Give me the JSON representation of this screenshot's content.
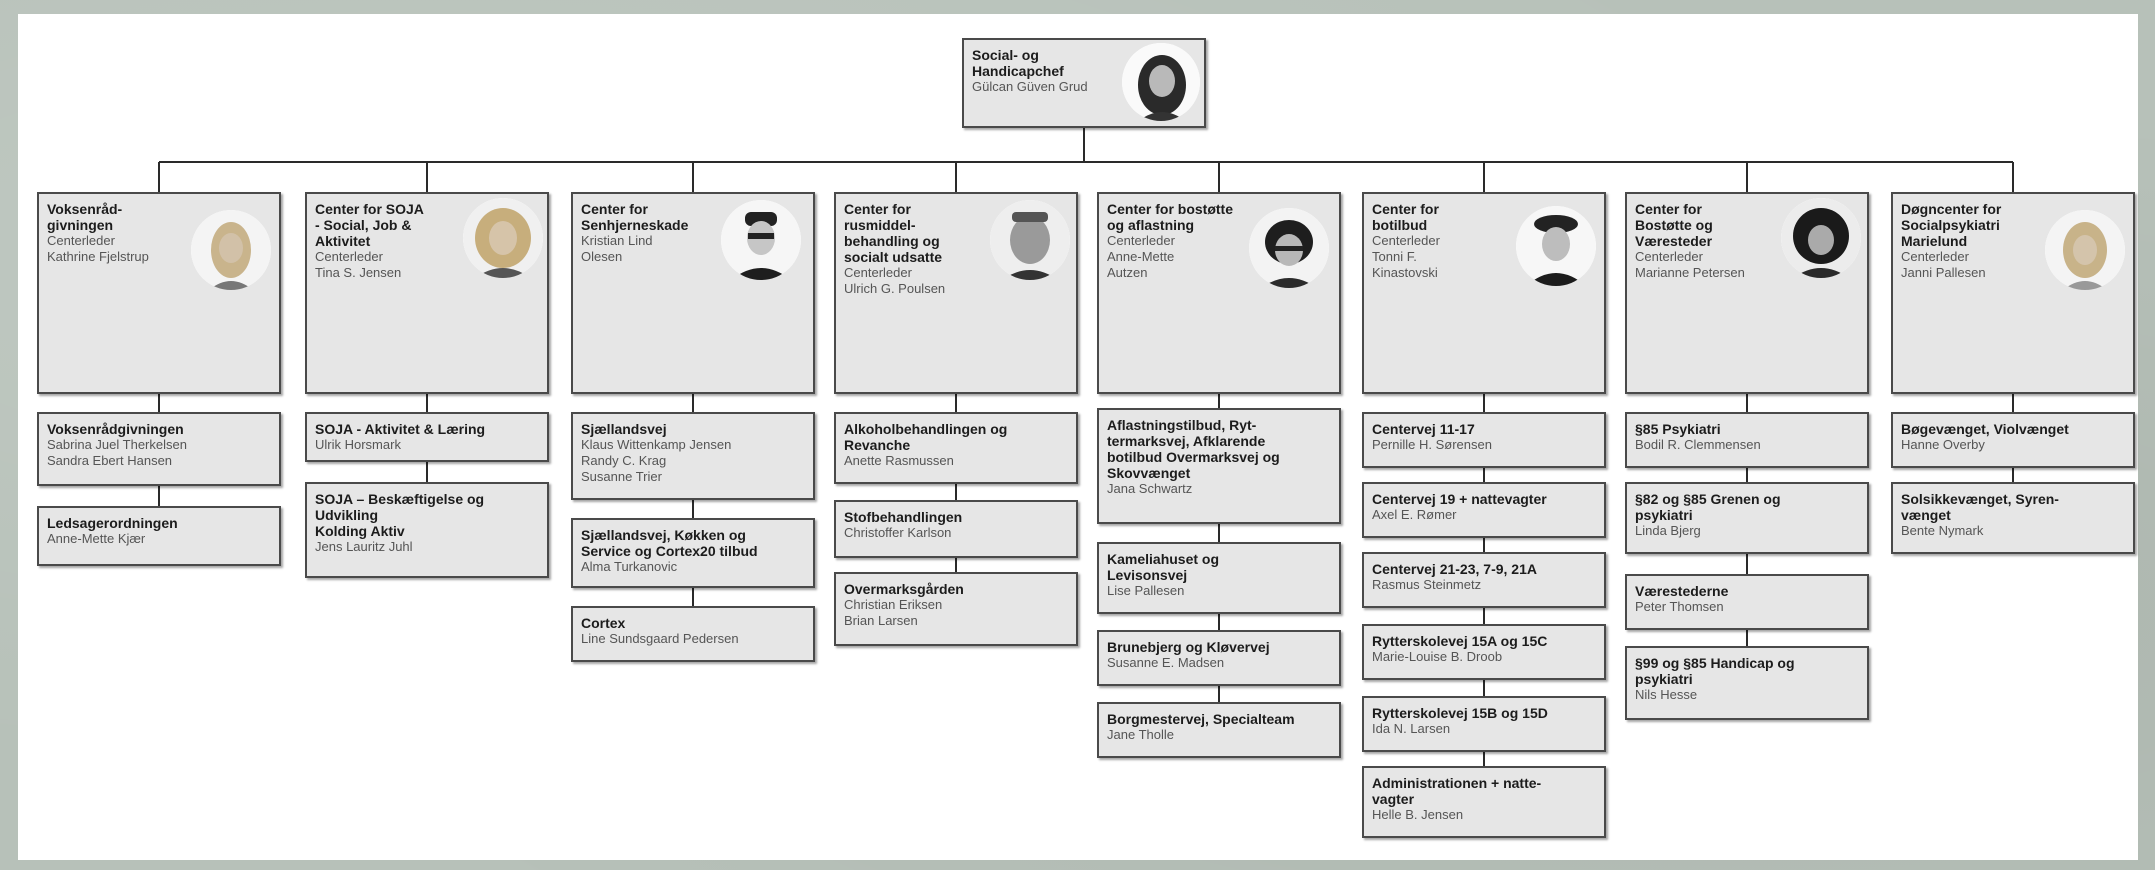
{
  "chief": {
    "title": "Social- og\nHandicapchef",
    "name": "Gülcan Güven Grud"
  },
  "centers": [
    {
      "title": "Voksenråd-\ngivningen",
      "role": "Centerleder",
      "leader": "Kathrine Fjelstrup",
      "units": [
        {
          "title": "Voksenrådgivningen",
          "people": "Sabrina Juel Therkelsen\nSandra Ebert Hansen"
        },
        {
          "title": "Ledsagerordningen",
          "people": "Anne-Mette Kjær"
        }
      ]
    },
    {
      "title": "Center for SOJA\n- Social, Job &\nAktivitet",
      "role": "Centerleder",
      "leader": "Tina S. Jensen",
      "units": [
        {
          "title": "SOJA - Aktivitet & Læring",
          "people": "Ulrik Horsmark"
        },
        {
          "title": "SOJA – Beskæftigelse og\nUdvikling\nKolding Aktiv",
          "people": "Jens Lauritz Juhl"
        }
      ]
    },
    {
      "title": "Center for\nSenhjerneskade",
      "role": "",
      "leader": "Kristian Lind\nOlesen",
      "units": [
        {
          "title": "Sjællandsvej",
          "people": "Klaus Wittenkamp Jensen\nRandy C. Krag\nSusanne Trier"
        },
        {
          "title": "Sjællandsvej, Køkken og\nService og Cortex20 tilbud",
          "people": "Alma Turkanovic"
        },
        {
          "title": "Cortex",
          "people": "Line Sundsgaard Pedersen"
        }
      ]
    },
    {
      "title": "Center for\nrusmiddel-\nbehandling og\nsocialt udsatte",
      "role": "Centerleder",
      "leader": "Ulrich G. Poulsen",
      "units": [
        {
          "title": "Alkoholbehandlingen og\nRevanche",
          "people": "Anette Rasmussen"
        },
        {
          "title": "Stofbehandlingen",
          "people": "Christoffer Karlson"
        },
        {
          "title": "Overmarksgården",
          "people": "Christian Eriksen\nBrian Larsen"
        }
      ]
    },
    {
      "title": "Center for bostøtte\nog aflastning",
      "role": "Centerleder",
      "leader": "Anne-Mette\nAutzen",
      "units": [
        {
          "title": "Aflastningstilbud, Ryt-\ntermarksvej, Afklarende\nbotilbud Overmarksvej og\nSkovvænget",
          "people": "Jana Schwartz"
        },
        {
          "title": "Kameliahuset og\nLevisonsvej",
          "people": "Lise Pallesen"
        },
        {
          "title": "Brunebjerg og Kløvervej",
          "people": "Susanne E. Madsen"
        },
        {
          "title": "Borgmestervej, Specialteam",
          "people": "Jane Tholle"
        }
      ]
    },
    {
      "title": "Center for\nbotilbud",
      "role": "Centerleder",
      "leader": "Tonni F.\nKinastovski",
      "units": [
        {
          "title": "Centervej 11-17",
          "people": "Pernille H. Sørensen"
        },
        {
          "title": "Centervej 19 + nattevagter",
          "people": "Axel E. Rømer"
        },
        {
          "title": "Centervej 21-23, 7-9, 21A",
          "people": "Rasmus Steinmetz"
        },
        {
          "title": "Rytterskolevej 15A og 15C",
          "people": "Marie-Louise B. Droob"
        },
        {
          "title": "Rytterskolevej 15B og 15D",
          "people": "Ida N. Larsen"
        },
        {
          "title": "Administrationen + natte-\nvagter",
          "people": "Helle B. Jensen"
        }
      ]
    },
    {
      "title": "Center for\nBostøtte og\nVæresteder",
      "role": "Centerleder",
      "leader": "Marianne Petersen",
      "units": [
        {
          "title": "§85 Psykiatri",
          "people": "Bodil R. Clemmensen"
        },
        {
          "title": "§82 og §85 Grenen og\npsykiatri",
          "people": "Linda Bjerg"
        },
        {
          "title": "Værestederne",
          "people": "Peter Thomsen"
        },
        {
          "title": "§99 og §85 Handicap og\npsykiatri",
          "people": "Nils Hesse"
        }
      ]
    },
    {
      "title": "Døgncenter for\nSocialpsykiatri\nMarielund",
      "role": "Centerleder",
      "leader": "Janni Pallesen",
      "units": [
        {
          "title": "Bøgevænget, Violvænget",
          "people": "Hanne Overby"
        },
        {
          "title": "Solsikkevænget, Syren-\nvænget",
          "people": "Bente Nymark"
        }
      ]
    }
  ]
}
